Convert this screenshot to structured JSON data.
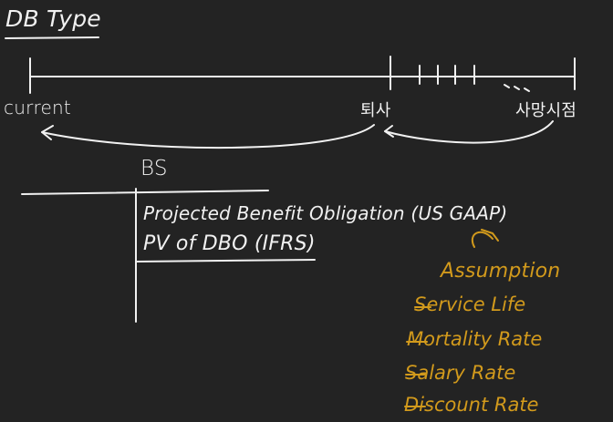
{
  "title": "DB Type",
  "timeline": {
    "current_label": "current",
    "retirement_label": "퇴사",
    "death_label": "사망시점",
    "ellipsis": "..."
  },
  "balance_sheet": {
    "title": "BS",
    "pbo": "Projected Benefit Obligation (US GAAP)",
    "pv_dbo": "PV of DBO (IFRS)"
  },
  "assumption": {
    "title": "Assumption",
    "items": [
      "Service Life",
      "Mortality Rate",
      "Salary Rate",
      "Discount Rate"
    ]
  },
  "colors": {
    "background": "#232323",
    "ink": "#f1f1f1",
    "accent": "#d29a1c"
  }
}
